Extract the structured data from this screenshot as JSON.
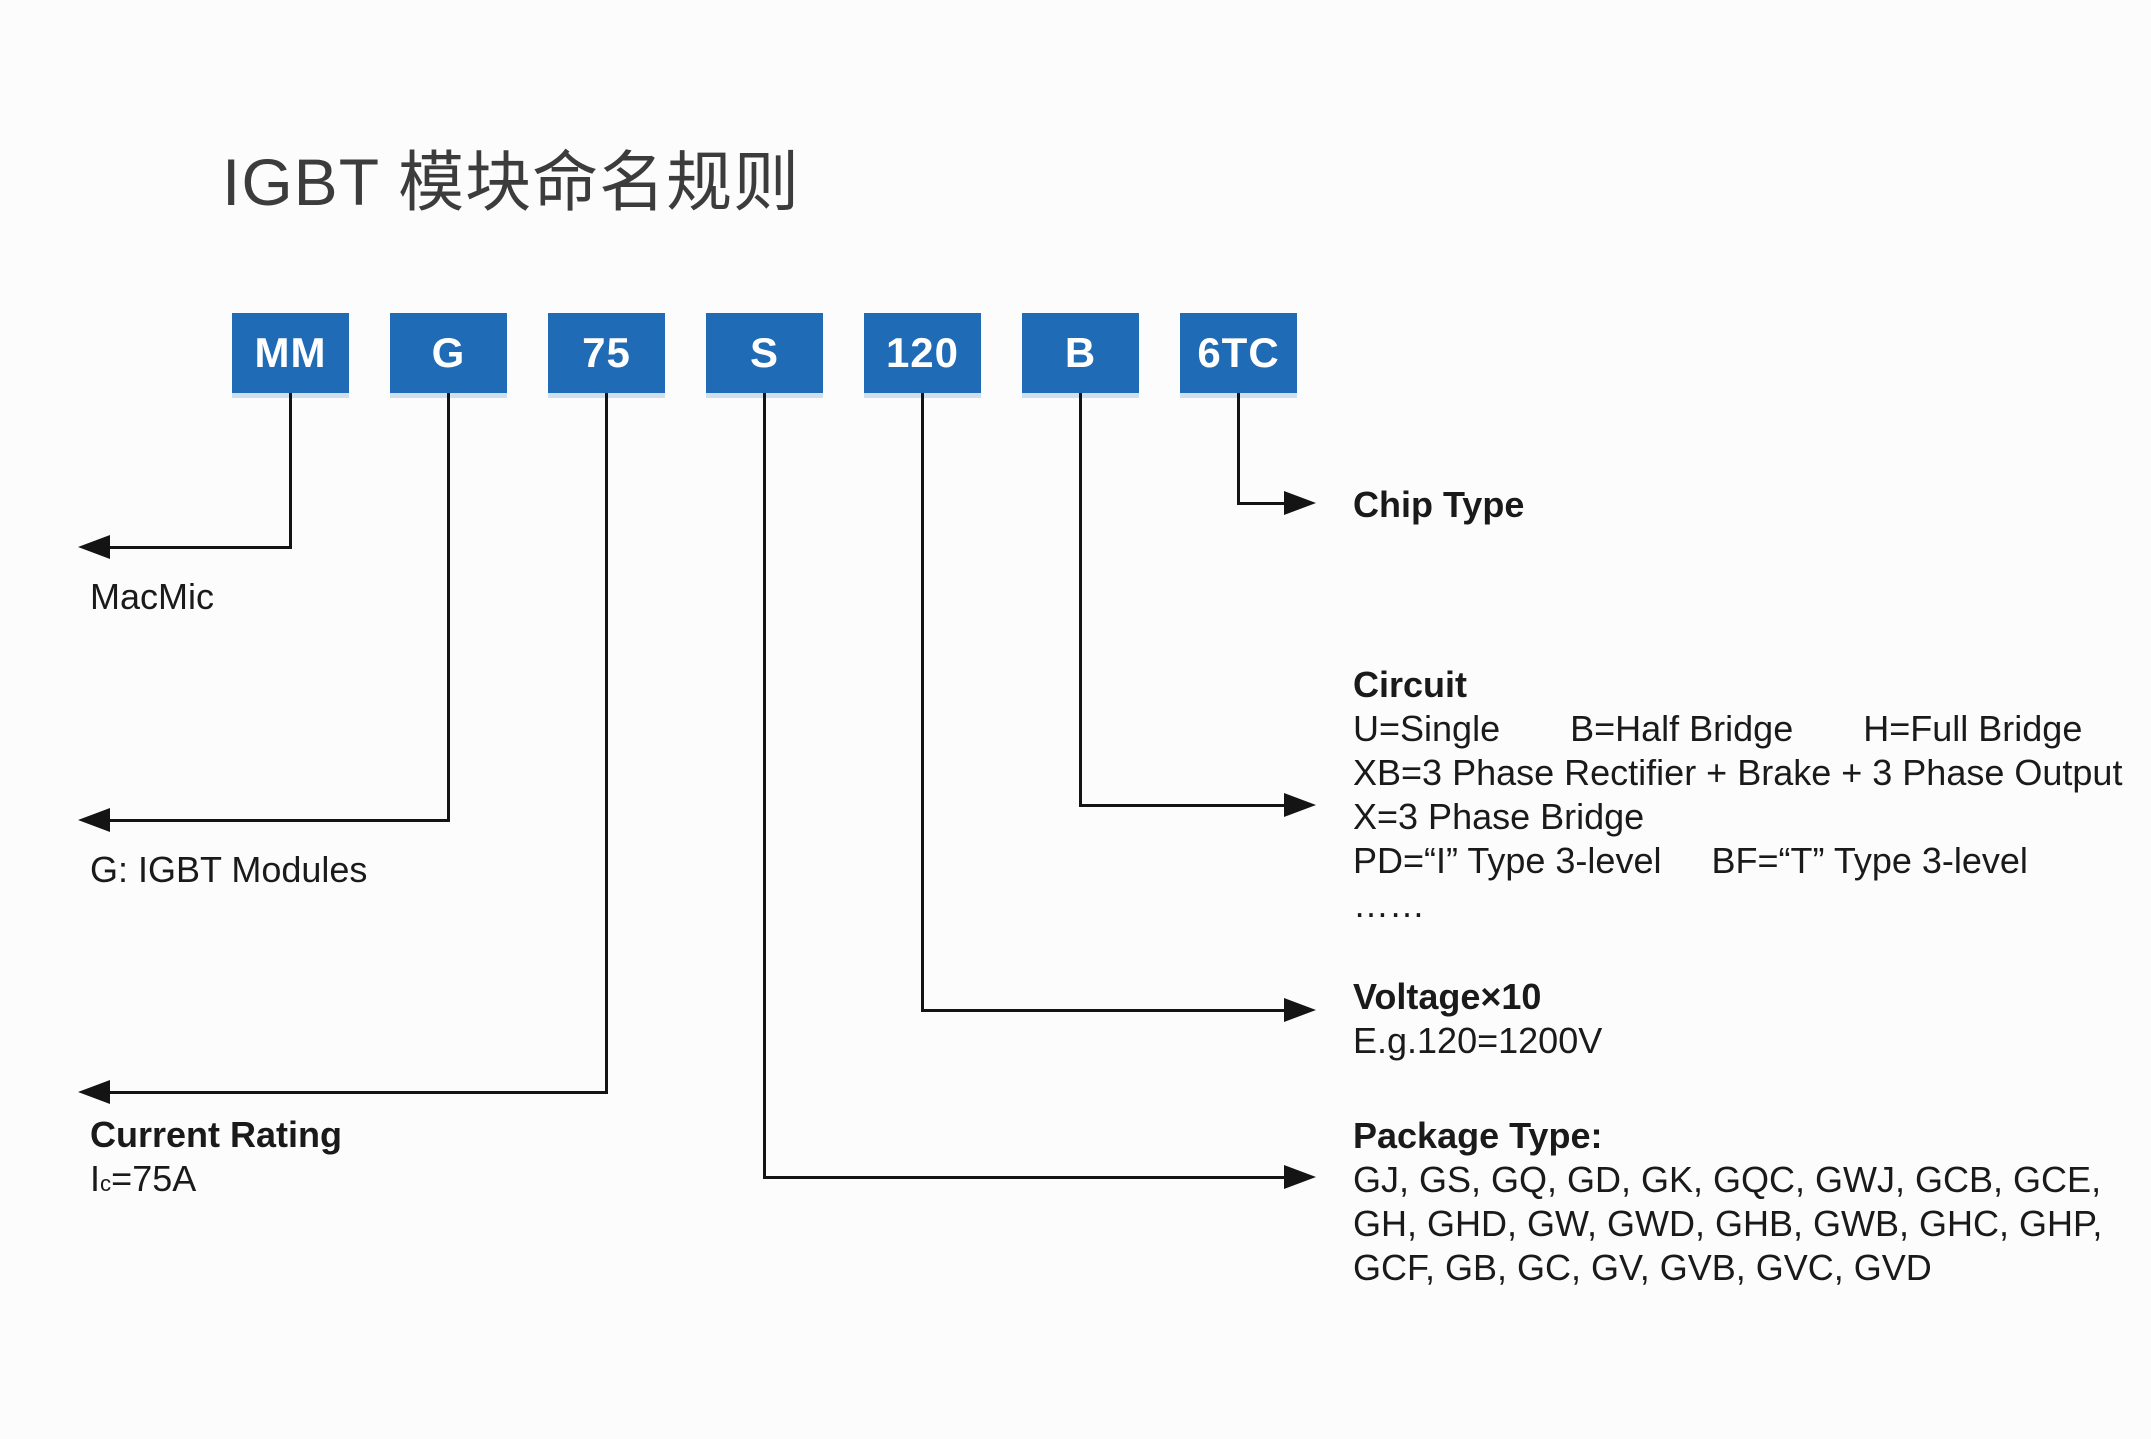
{
  "title": "IGBT 模块命名规则",
  "colors": {
    "box_blue": "#1f6bb5",
    "box_text": "#ffffff",
    "line_black": "#141414",
    "background": "#fcfcfc",
    "title_gray": "#3c3c3c"
  },
  "code_boxes": [
    {
      "label": "MM"
    },
    {
      "label": "G"
    },
    {
      "label": "75"
    },
    {
      "label": "S"
    },
    {
      "label": "120"
    },
    {
      "label": "B"
    },
    {
      "label": "6TC"
    }
  ],
  "annotations": {
    "manufacturer": {
      "label": "MacMic"
    },
    "series": {
      "label": "G: IGBT Modules"
    },
    "current": {
      "heading": "Current Rating",
      "value_prefix": "I",
      "value_sub": "c",
      "value_rest": "=75A"
    },
    "package": {
      "heading": "Package Type:",
      "lines": [
        "GJ, GS, GQ, GD, GK, GQC, GWJ, GCB, GCE,",
        "GH, GHD, GW, GWD, GHB, GWB, GHC, GHP,",
        "GCF, GB, GC, GV, GVB, GVC, GVD"
      ]
    },
    "voltage": {
      "heading": "Voltage×10",
      "example": "E.g.120=1200V"
    },
    "circuit": {
      "heading": "Circuit",
      "lines": [
        "U=Single       B=Half Bridge       H=Full Bridge",
        "XB=3 Phase Rectifier + Brake + 3 Phase Output",
        "X=3 Phase Bridge",
        "PD=“I” Type 3-level     BF=“T” Type 3-level",
        "……"
      ]
    },
    "chip": {
      "heading": "Chip Type"
    }
  }
}
